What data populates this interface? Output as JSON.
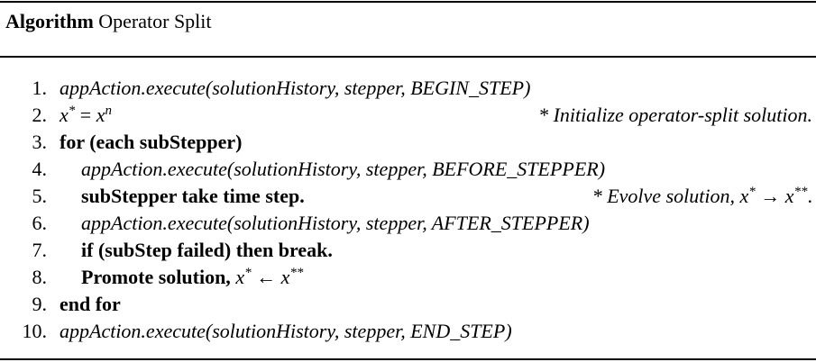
{
  "header": {
    "keyword": "Algorithm",
    "title": "Operator Split"
  },
  "lines": [
    {
      "num": "1.",
      "text": "appAction.execute(solutionHistory, stepper, BEGIN_STEP)"
    },
    {
      "num": "2.",
      "math_lhs": "x",
      "math_lhs_sup": "*",
      "math_eq": " = ",
      "math_rhs": "x",
      "math_rhs_sup": "n",
      "comment": "* Initialize operator-split solution."
    },
    {
      "num": "3.",
      "text": "for (each subStepper)"
    },
    {
      "num": "4.",
      "text": "appAction.execute(solutionHistory, stepper, BEFORE_STEPPER)"
    },
    {
      "num": "5.",
      "text": "subStepper take time step.",
      "comment_prefix": "* Evolve solution, ",
      "comment_math_a": "x",
      "comment_math_a_sup": "*",
      "comment_arrow": " → ",
      "comment_math_b": "x",
      "comment_math_b_sup": "**",
      "comment_suffix": "."
    },
    {
      "num": "6.",
      "text": "appAction.execute(solutionHistory, stepper, AFTER_STEPPER)"
    },
    {
      "num": "7.",
      "text": "if (subStep failed) then break."
    },
    {
      "num": "8.",
      "text": "Promote solution, ",
      "math_a": "x",
      "math_a_sup": "*",
      "math_arrow": " ← ",
      "math_b": "x",
      "math_b_sup": "**"
    },
    {
      "num": "9.",
      "text": "end for"
    },
    {
      "num": "10.",
      "text": "appAction.execute(solutionHistory, stepper, END_STEP)"
    }
  ]
}
